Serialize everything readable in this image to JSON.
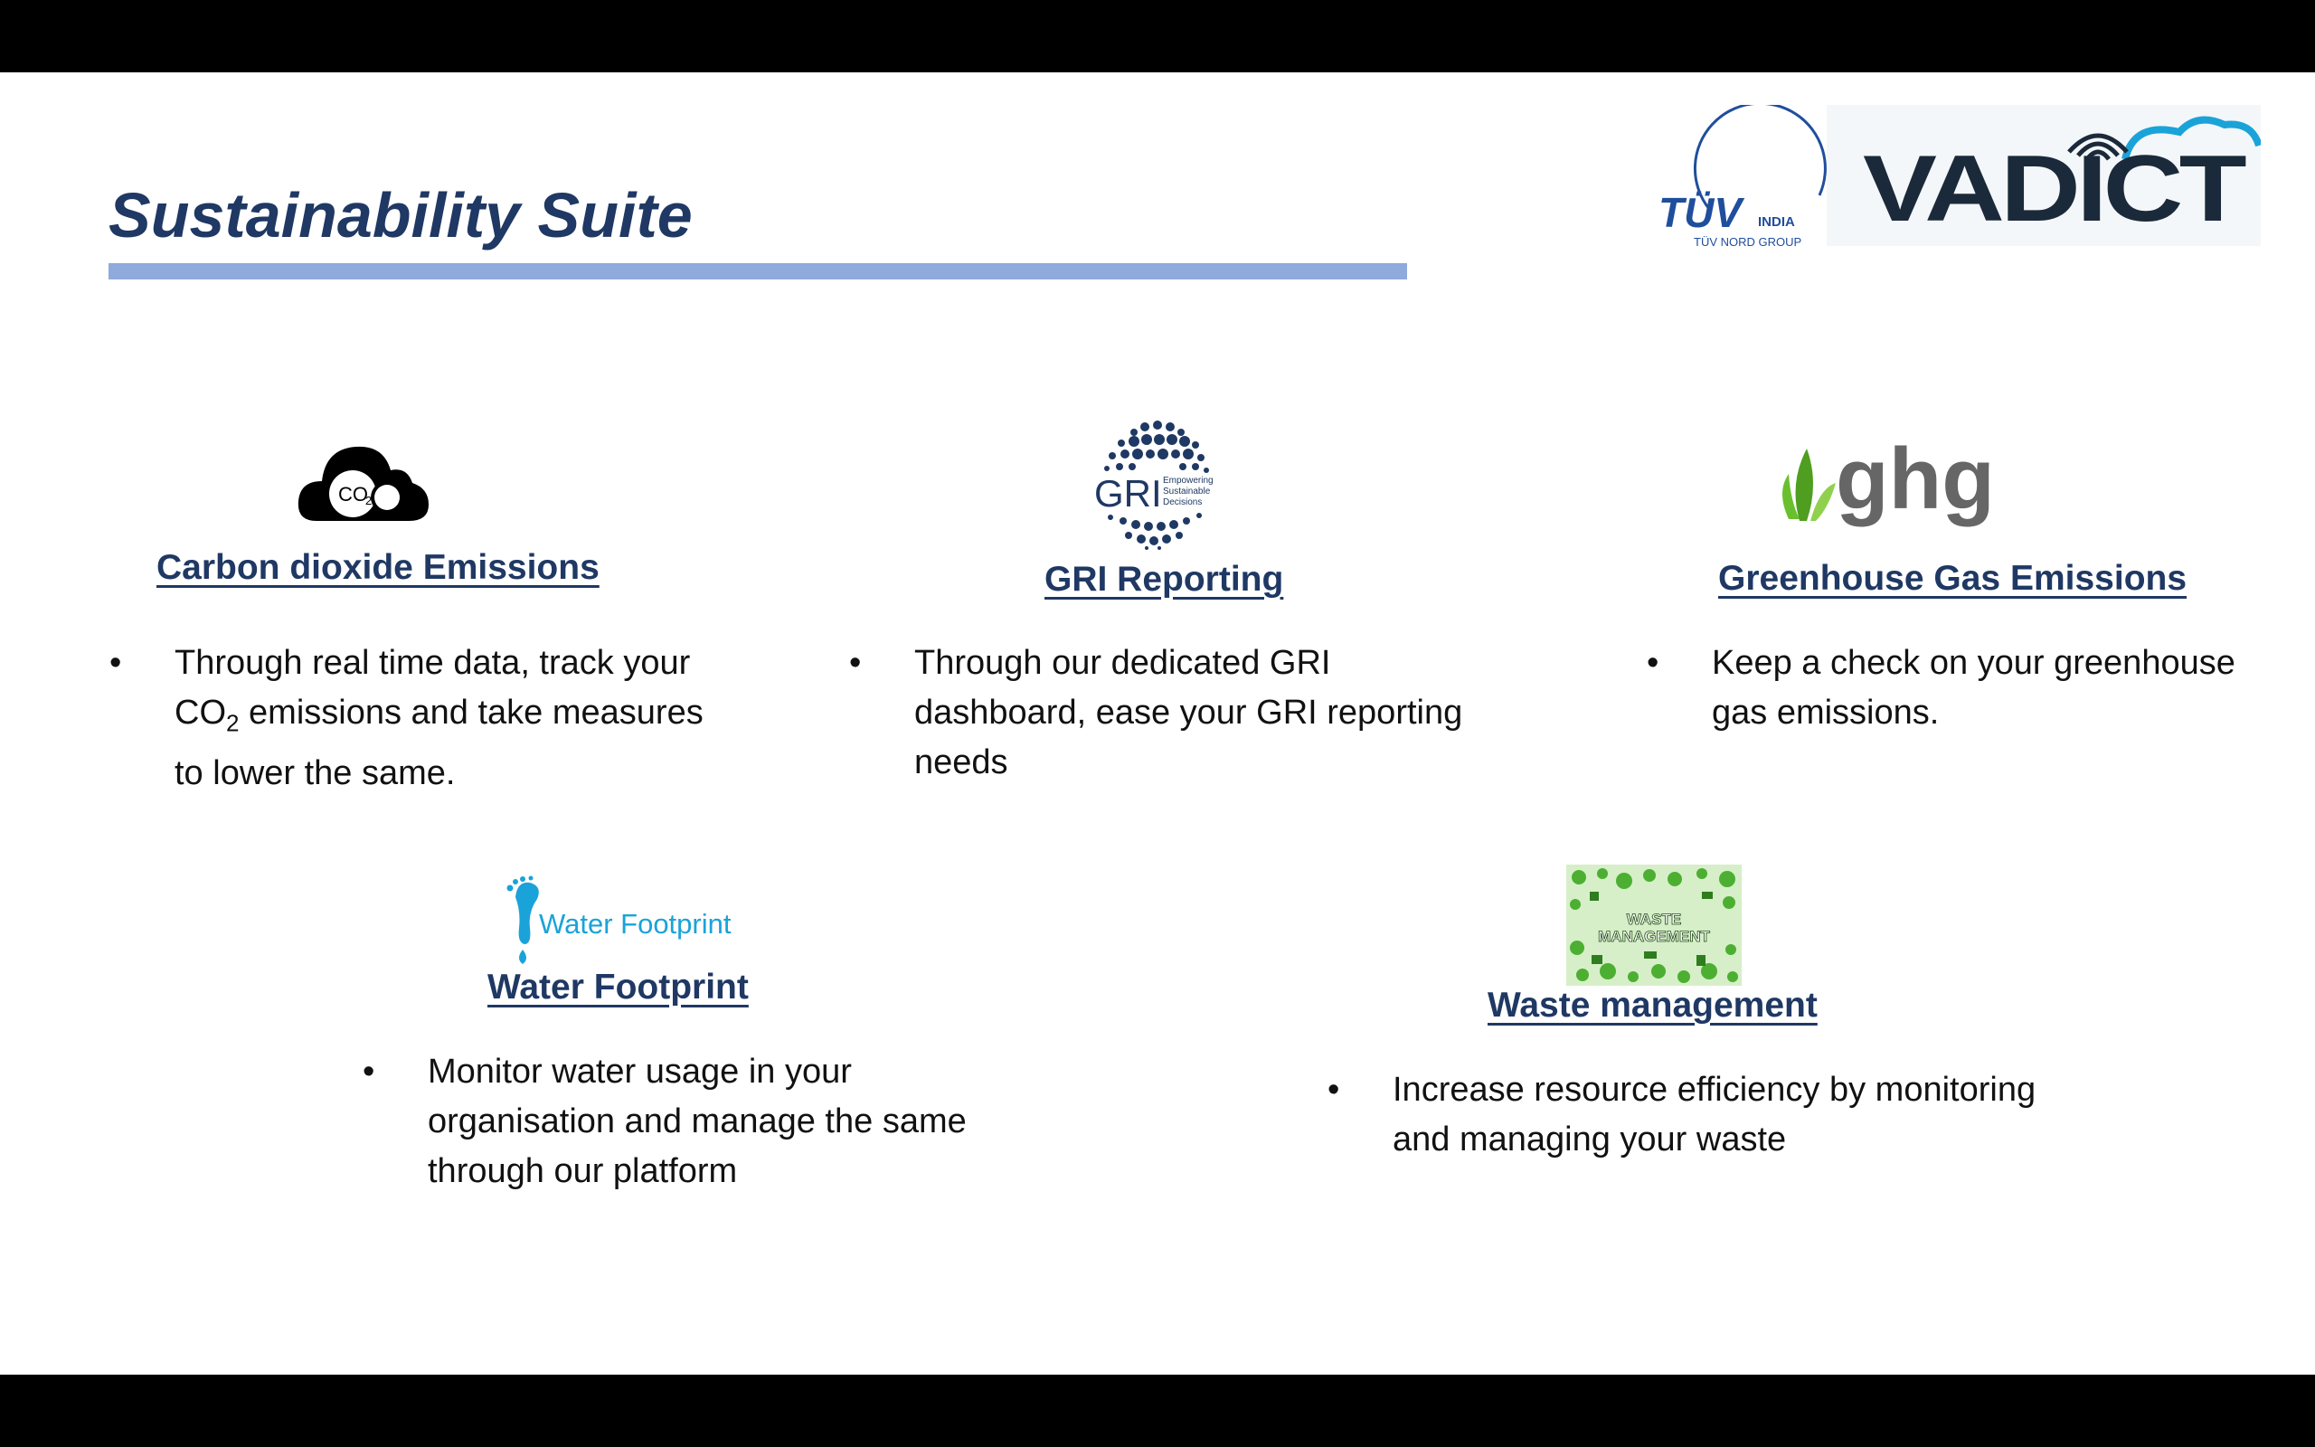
{
  "slide": {
    "title": "Sustainability Suite"
  },
  "logos": {
    "tuv": {
      "brand": "TÜV",
      "sub": "INDIA",
      "group": "TÜV NORD GROUP"
    },
    "vadict": {
      "wordmark": "VADICT"
    }
  },
  "colors": {
    "title": "#1f3864",
    "title_bar": "#8faadc",
    "ghg_grey": "#666666",
    "ghg_green": "#6abf2e",
    "water_blue": "#1aa3d9"
  },
  "features": {
    "co2": {
      "icon": "co2-cloud-icon",
      "icon_text": "CO",
      "icon_sub": "2",
      "heading": "Carbon dioxide Emissions",
      "line1": "Through real time data, track your",
      "line2_a": "CO",
      "line2_sub": "2",
      "line2_b": " emissions and take measures",
      "line3": "to lower the same."
    },
    "gri": {
      "icon": "gri-globe-icon",
      "icon_text": "GRI",
      "icon_tag1": "Empowering",
      "icon_tag2": "Sustainable",
      "icon_tag3": "Decisions",
      "heading": "GRI Reporting",
      "line1": "Through our dedicated GRI",
      "line2": "dashboard, ease your GRI reporting",
      "line3": "needs"
    },
    "ghg": {
      "icon": "ghg-leaf-icon",
      "icon_text": "ghg",
      "heading": "Greenhouse Gas Emissions",
      "line1": "Keep a check on your greenhouse",
      "line2": "gas emissions."
    },
    "water": {
      "icon": "water-footprint-icon",
      "icon_text": "Water Footprint",
      "heading": "Water Footprint",
      "line1": "Monitor water usage in your",
      "line2": "organisation and manage the same",
      "line3": "through our platform"
    },
    "waste": {
      "icon": "waste-management-icon",
      "icon_text1": "WASTE",
      "icon_text2": "MANAGEMENT",
      "heading": "Waste management",
      "line1": "Increase resource efficiency by monitoring",
      "line2": "and managing your waste"
    }
  },
  "bullet_symbol": "•"
}
